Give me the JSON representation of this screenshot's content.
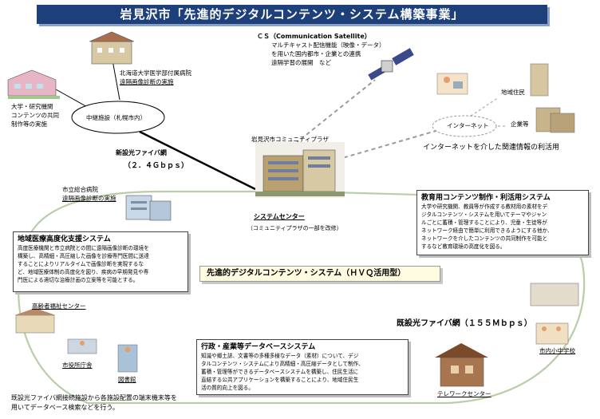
{
  "title": "岩見沢市「先進的デジタルコンテンツ・システム構築事業」",
  "university": {
    "line1": "大学・研究機関",
    "line2": "コンテンツの共同",
    "line3": "制作等の実施"
  },
  "hokkaido_univ": {
    "line1": "北海道大学医学部付属病院",
    "line2": "遠隔画像診断の実施"
  },
  "relay_center": "中継施設（札幌市内）",
  "cs": {
    "title": "ＣＳ（Communication Satellite）",
    "line1": "マルチキャスト配信機能（映像・データ）",
    "line2": "を用いた国内都市・企業との連携",
    "line3": "遠隔学習の展開　など"
  },
  "internet": {
    "label": "インターネット",
    "caption": "インターネットを介した関連情報の利活用",
    "user1": "地域住民",
    "user2": "企業等"
  },
  "fiber_new": {
    "line1": "新設光ファイバ網",
    "line2": "（２．４Ｇｂｐｓ）"
  },
  "community_plaza": "岩見沢市コミュニティプラザ",
  "system_center": {
    "label": "システムセンター",
    "sub": "（コミュニティプラザの一部を改修）"
  },
  "city_hospital": {
    "line1": "市立総合病院",
    "line2": "遠隔画像診断の実施"
  },
  "medical": {
    "title": "地域医療高度化支援システム",
    "body": "高度医療機関と市立病院との間に遠隔画像診断の環境を\n構築し、高精細・高圧縮した画像を診療専門医間に送達\nすることによりリアルタイムで画像診断を実現するな\nど、地域医療体制の高度化を図り、疾病の早期発見や専\n門医による適切な治療計画の立案等を可能とする。"
  },
  "education": {
    "title": "教育用コンテンツ制作・利活用システム",
    "body": "大学や研究機関、教員等が作成する教材用の素材をデ\nジタルコンテンツ・システムを用いてテーマやジャン\nルごとに蓄積・管理することにより、児童・生徒等が\nネットワーク経由で簡単に利用できるようにする他か、\nネットワークを介したコンテンツの共同制作を可能と\nするなど教育環境の高度化を図る。"
  },
  "center_system": "先進的デジタルコンテンツ・システム（ＨＶＱ活用型）",
  "welfare_center": "高齢者福祉センター",
  "fiber_existing": "既設光ファイバ網（１５５Ｍｂｐｓ）",
  "school": "市内小中学校",
  "city_hall": "市役所庁舎",
  "library": "図書館",
  "admin": {
    "title": "行政・産業等データベースシステム",
    "body": "知識や郷土誌、文書等の多種多様なデータ（素材）について、デジ\nタルコンテンツ・システムにより高精細・高圧縮データとして制作、\n蓄積・管理等ができるデータベースシステムを構築し、住民生活に\n直結する公共アプリケーションを構築することにより、地域住民生\n活の質的向上を図る。"
  },
  "telework": "テレワークセンター",
  "bottom_note": {
    "line1": "既設光ファイバ網接続施設から各施設配置の端末機末等を",
    "line2": "用いてデータベース検索などを行う。"
  },
  "colors": {
    "title_bg": "#1d3f7a",
    "loop": "#b9cda8",
    "dashed": "#9a9a9a"
  }
}
